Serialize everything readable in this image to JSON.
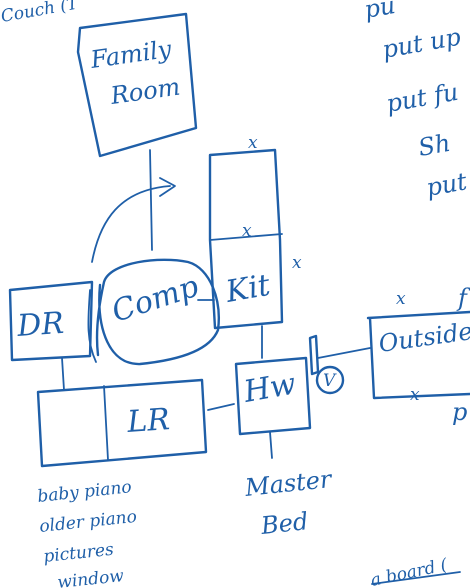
{
  "colors": {
    "ink": "#1f5fa8",
    "paper": "#ffffff"
  },
  "rooms": {
    "family_room": {
      "line1": "Family",
      "line2": "Room"
    },
    "dr": "DR",
    "comp": "Comp",
    "kit": "Kit",
    "lr": "LR",
    "hw": "Hw",
    "v": "V",
    "outside": "Outside"
  },
  "marks": {
    "x": "x"
  },
  "notes": {
    "top_left": "Couch (T",
    "under_lr": [
      "baby piano",
      "older piano",
      "pictures",
      "window"
    ],
    "master_bed": [
      "Master",
      "Bed"
    ],
    "right_column": [
      "pu",
      "put up",
      "put fu",
      "Sh",
      "put"
    ],
    "right_misc": [
      "p",
      "f"
    ],
    "bottom_right": "a board ("
  }
}
